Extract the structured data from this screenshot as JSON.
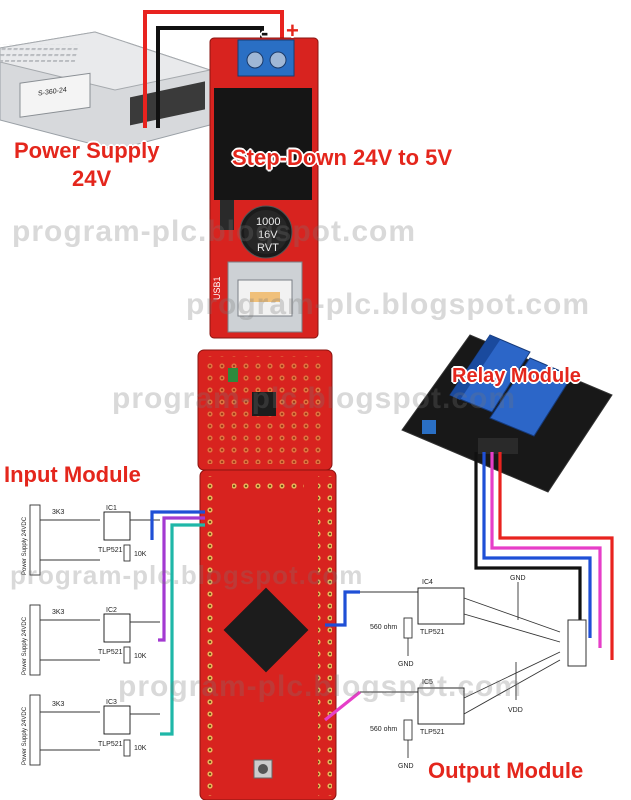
{
  "labels": {
    "power_supply_line1": "Power Supply",
    "power_supply_line2": "24V",
    "step_down": "Step-Down 24V to 5V",
    "relay_module": "Relay Module",
    "input_module": "Input Module",
    "output_module": "Output Module"
  },
  "terminal": {
    "minus": "-",
    "plus": "+"
  },
  "watermark": "program-plc.blogspot.com",
  "capacitor": {
    "line1": "1000",
    "line2": "16V",
    "line3": "RVT"
  },
  "usb_label": "USB1",
  "power_supply_brand": "S-360-24",
  "input_circuits": [
    {
      "ic": "IC1",
      "part": "TLP521",
      "supply": "Power Supply 24VDC",
      "r1": "3K3",
      "r2": "10K"
    },
    {
      "ic": "IC2",
      "part": "TLP521",
      "supply": "Power Supply 24VDC",
      "r1": "3K3",
      "r2": "10K"
    },
    {
      "ic": "IC3",
      "part": "TLP521",
      "supply": "Power Supply 24VDC",
      "r1": "3K3",
      "r2": "10K"
    }
  ],
  "output_circuits": [
    {
      "ic": "IC4",
      "part": "TLP521",
      "resistor": "560 ohm",
      "gnd": "GND"
    },
    {
      "ic": "IC5",
      "part": "TLP521",
      "resistor": "560 ohm",
      "gnd": "GND"
    }
  ],
  "output_rails": {
    "gnd": "GND",
    "vdd": "VDD"
  },
  "colors": {
    "label_red": "#e4261c",
    "board_red": "#d8231f",
    "wire_red": "#e8231f",
    "wire_black": "#111111",
    "wire_blue": "#1f4fd6",
    "wire_purple": "#a33ad1",
    "wire_magenta": "#e63ec8",
    "wire_teal": "#1fb7a8",
    "terminal_blue": "#2a6fc4",
    "relay_blue": "#2c66c8"
  }
}
